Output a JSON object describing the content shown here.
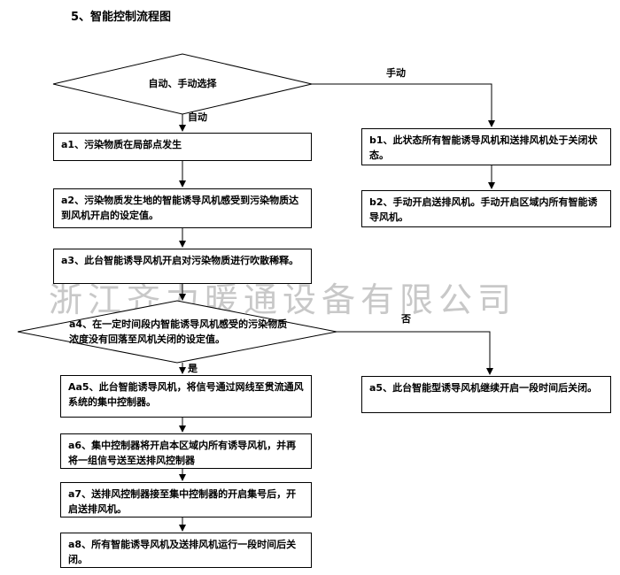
{
  "title": "5、智能控制流程图",
  "watermark": "浙江齐力暖通设备有限公司",
  "decision1": {
    "text": "自动、手动选择",
    "yes": "自动",
    "no": "手动"
  },
  "left_steps": {
    "a1": "a1、污染物质在局部点发生",
    "a2": "a2、污染物质发生地的智能诱导风机感受到污染物质达到风机开启的设定值。",
    "a3": "a3、此台智能诱导风机开启对污染物质进行吹散稀释。"
  },
  "decision2": {
    "text": "a4、在一定时间段内智能诱导风机感受的污染物质浓度没有回落至风机关闭的设定值。",
    "yes": "是",
    "no": "否"
  },
  "lower_steps": {
    "aa5": "Aa5、此台智能诱导风机，将信号通过网线至贯流通风系统的集中控制器。",
    "a6": "a6、集中控制器将开启本区域内所有诱导风机，并再将一组信号送至送排风控制器",
    "a7": "a7、送排风控制器接至集中控制器的开启集号后，开启送排风机。",
    "a8": "a8、所有智能诱导风机及送排风机运行一段时间后关闭。"
  },
  "right_steps": {
    "b1": "b1、此状态所有智能诱导风机和送排风机处于关闭状态。",
    "b2": "b2、手动开启送排风机。手动开启区域内所有智能诱导风机。",
    "a5": "a5、此台智能型诱导风机继续开启一段时间后关闭。"
  }
}
